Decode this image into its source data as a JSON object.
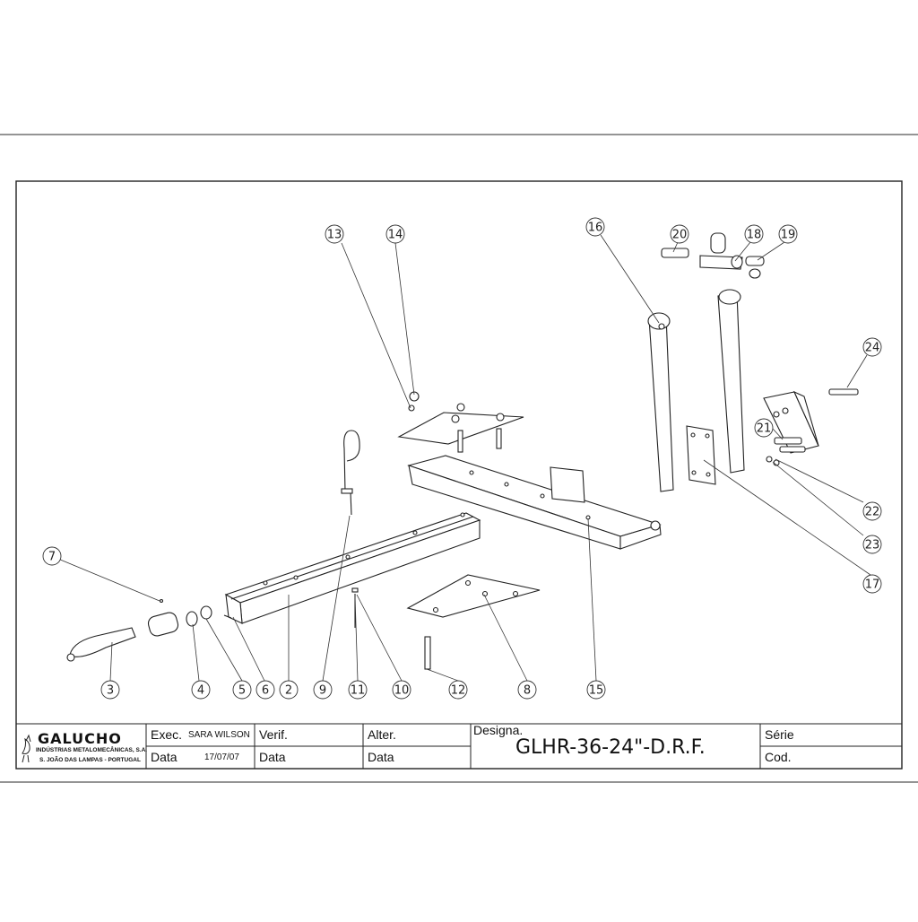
{
  "title_block": {
    "company": "GALUCHO",
    "company_line1": "INDÚSTRIAS METALOMECÂNICAS, S.A.",
    "company_line2": "S. JOÃO DAS LAMPAS - PORTUGAL",
    "exec_label": "Exec.",
    "exec_value": "SARA WILSON",
    "data_label": "Data",
    "data_value": "17/07/07",
    "verif_label": "Verif.",
    "verif_data_label": "Data",
    "alter_label": "Alter.",
    "alter_data_label": "Data",
    "designa_label": "Designa.",
    "designa_value": "GLHR-36-24\"-D.R.F.",
    "serie_label": "Série",
    "cod_label": "Cod."
  },
  "callouts": [
    "2",
    "3",
    "4",
    "5",
    "6",
    "7",
    "8",
    "9",
    "10",
    "11",
    "12",
    "13",
    "14",
    "15",
    "16",
    "17",
    "18",
    "19",
    "20",
    "21",
    "22",
    "23",
    "24"
  ]
}
